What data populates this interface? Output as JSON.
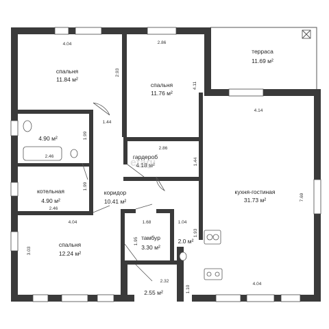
{
  "rooms": [
    {
      "name": "спальня",
      "area": "11.84 м²"
    },
    {
      "name": "спальня",
      "area": "11.76 м²"
    },
    {
      "name": "терраса",
      "area": "11.69 м²"
    },
    {
      "name": "",
      "area": "4.90 м²"
    },
    {
      "name": "гардероб",
      "area": "4.18 м²"
    },
    {
      "name": "котельная",
      "area": "4.90 м²"
    },
    {
      "name": "коридор",
      "area": "10.41 м²"
    },
    {
      "name": "кухня-гостиная",
      "area": "31.73 м²"
    },
    {
      "name": "спальня",
      "area": "12.24 м²"
    },
    {
      "name": "тамбур",
      "area": "3.30 м²"
    },
    {
      "name": "",
      "area": "2.0 м²"
    },
    {
      "name": "",
      "area": "2.55 м²"
    }
  ],
  "dimensions": [
    "4.04",
    "2.93",
    "2.86",
    "4.11",
    "1.44",
    "1.99",
    "2.46",
    "2.86",
    "1.44",
    "1.99",
    "2.46",
    "4.14",
    "7.69",
    "4.04",
    "3.03",
    "1.68",
    "1.04",
    "1.93",
    "1.95",
    "2.32",
    "1.10",
    "4.04"
  ],
  "watermark": "etagi"
}
